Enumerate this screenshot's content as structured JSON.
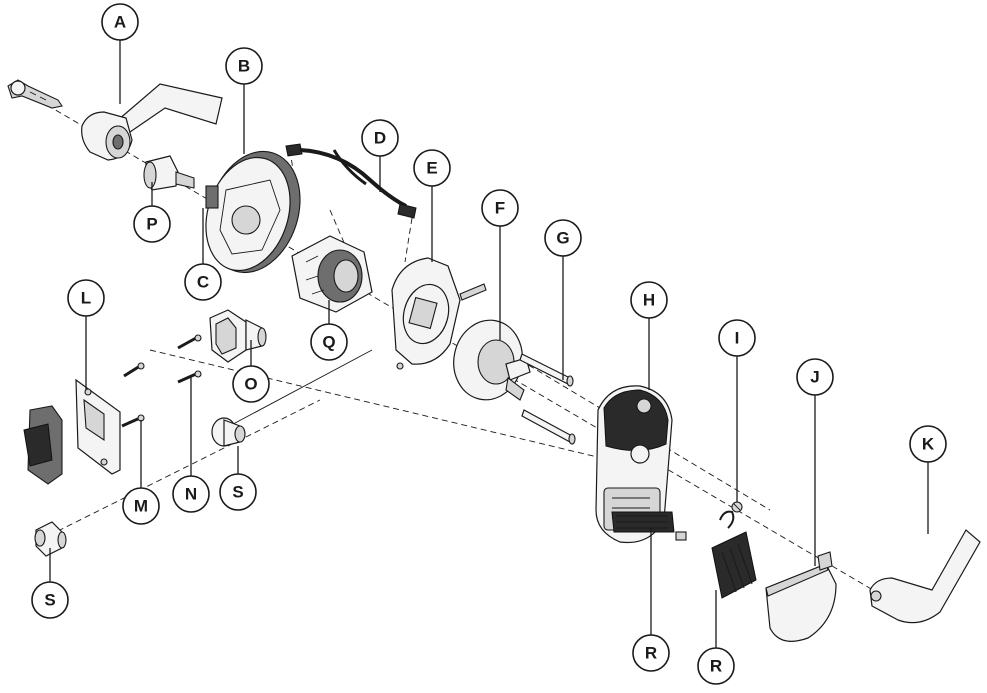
{
  "callouts": {
    "A": "A",
    "B": "B",
    "C": "C",
    "D": "D",
    "E": "E",
    "F": "F",
    "G": "G",
    "H": "H",
    "I": "I",
    "J": "J",
    "K": "K",
    "L": "L",
    "M": "M",
    "N": "N",
    "O": "O",
    "P": "P",
    "Q": "Q",
    "R1": "R",
    "R2": "R",
    "S1": "S",
    "S2": "S"
  }
}
